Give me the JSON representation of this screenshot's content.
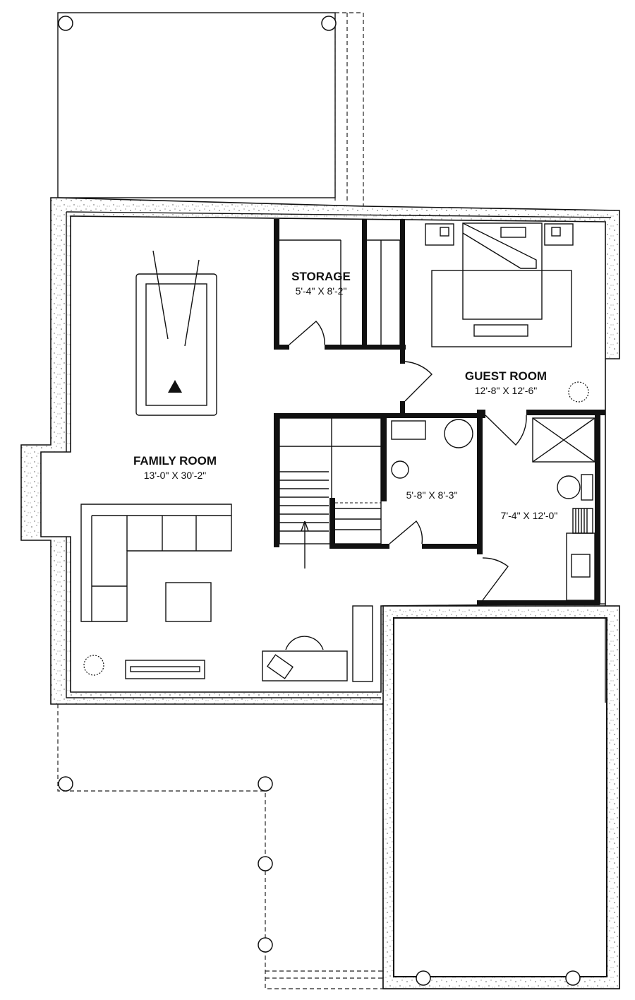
{
  "rooms": {
    "storage": {
      "name": "STORAGE",
      "dims": "5'-4\" X 8'-2\""
    },
    "guest_room": {
      "name": "GUEST ROOM",
      "dims": "12'-8\" X 12'-6\""
    },
    "family_room": {
      "name": "FAMILY ROOM",
      "dims": "13'-0\" X 30'-2\""
    },
    "bath_small": {
      "name": "",
      "dims": "5'-8\" X 8'-3\""
    },
    "bath_guest": {
      "name": "",
      "dims": "7'-4\" X 12'-0\""
    }
  },
  "colors": {
    "line": "#111111",
    "background": "#ffffff",
    "foundation_speckle": "#555555"
  }
}
